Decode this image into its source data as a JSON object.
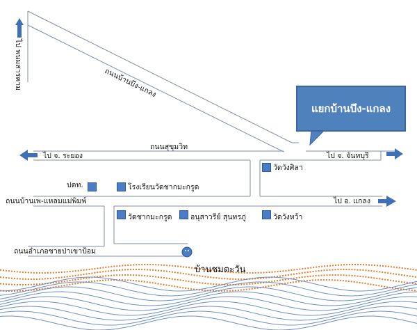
{
  "roads": {
    "ban_bueng_klaeng": "ถนนบ้านบึง-แกลง",
    "sukhumvit": "ถนนสุขุมวิท",
    "ban_phe_laem_mae_phim": "ถนนบ้านเพ-แหลมแม่พิมพ์",
    "amphoe_khao_yai": "ถนนอำเภอชายป่าเขาป้อม"
  },
  "directions": {
    "north": "ไป พนมสารคาม",
    "west_rayong": "ไป จ. ระยอง",
    "east_chanthaburi": "ไป จ. จันทบุรี",
    "east_klaeng": "ไป อ. แกลง"
  },
  "callout": "แยกบ้านบึง-แกลง",
  "places": {
    "wat_wang_sila": "วัดวังศิลา",
    "post_office": "ปตท.",
    "school": "โรงเรียนวัดชากมะกรูด",
    "wat_chak_makrut": "วัดชากมะกรูด",
    "monument": "อนุสาวรีย์ สุนทรภู่",
    "wat_wang_wa": "วัดวังหว้า"
  },
  "destination": "บ้านชมตะวัน",
  "colors": {
    "arrow": "#3f6fb5",
    "callout": "#4f81bd",
    "poi": "#4a7cc7",
    "wave_orange": "#e07b2a",
    "wave_blue": "#6c8fc4"
  }
}
